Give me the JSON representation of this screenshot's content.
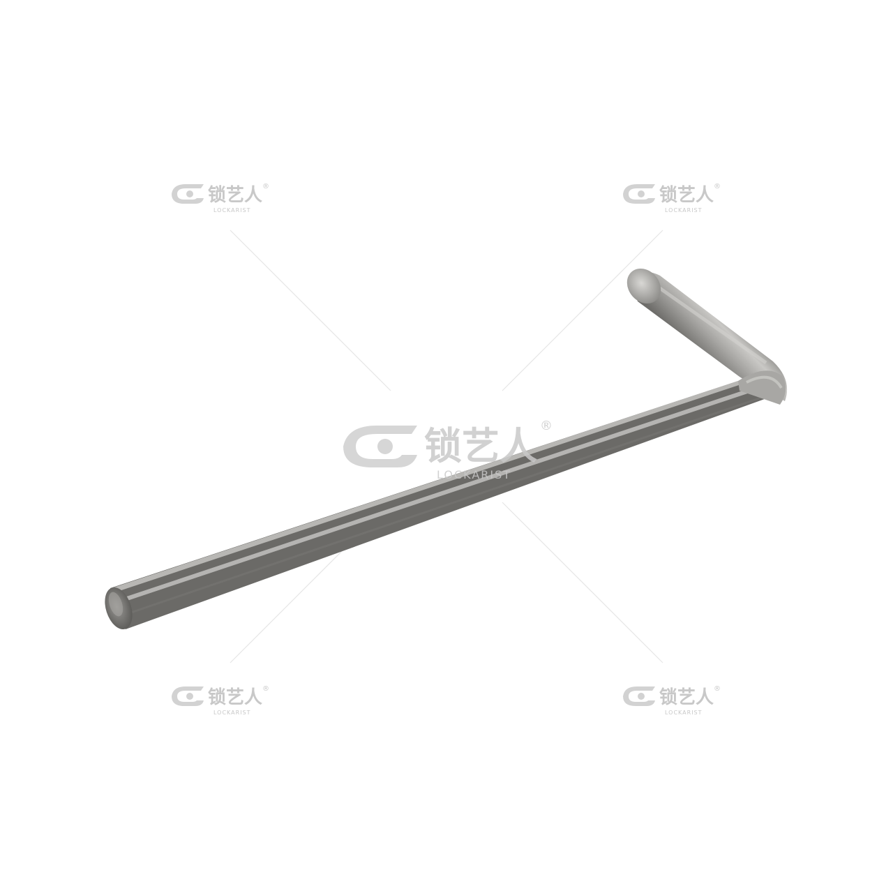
{
  "photo": {
    "subject": "hex-key-wrench",
    "background": "#ffffff",
    "metal_light": "#e6e6e4",
    "metal_mid": "#a9a8a5",
    "metal_dark": "#5d5c59"
  },
  "watermark": {
    "brand_cn": "锁艺人",
    "brand_en": "LOCKARIST",
    "registered": "®",
    "color": "#c4c4c4",
    "placements": [
      "top-left",
      "top-right",
      "center",
      "bottom-left",
      "bottom-right"
    ]
  }
}
